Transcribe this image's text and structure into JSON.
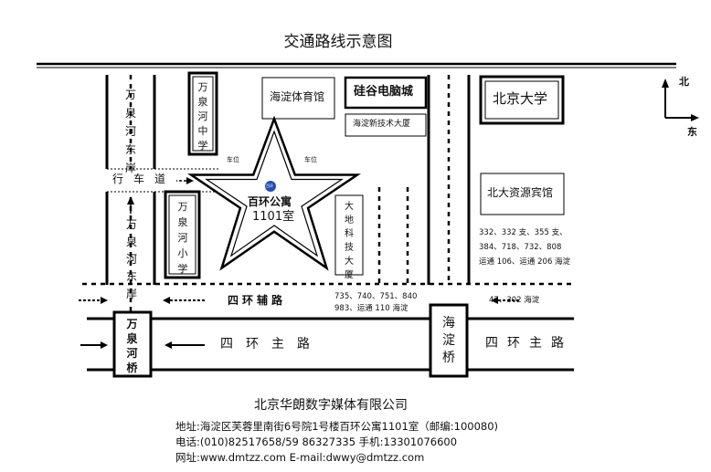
{
  "title": "交通路线示意图",
  "compass": {
    "north": "北",
    "east": "东"
  },
  "roads": {
    "wanquan_east_bank_top": "万泉河东岸",
    "wanquan_east_bank_bottom": "万泉河东岸",
    "driveway": "行车道",
    "fourth_ring_aux": "四环辅路",
    "fourth_ring_main_left": "四环主路",
    "fourth_ring_main_right": "四环主路"
  },
  "bridges": {
    "wanquan": "万泉河桥",
    "haidian": "海淀桥"
  },
  "buildings": {
    "wanquan_middle_school": "万泉河中学",
    "wanquan_primary_school": "万泉河小学",
    "haidian_stadium": "海淀体育馆",
    "silicon_valley_mall": "硅谷电脑城",
    "haidian_tech_building": "海淀新技术大厦",
    "peking_university": "北京大学",
    "pku_resource_hotel": "北大资源宾馆",
    "dadi_tech_building": "大地科技大厦"
  },
  "target": {
    "logo": "百环",
    "name": "百环公寓",
    "room": "1101室"
  },
  "parking": {
    "left": "车位",
    "right": "车位"
  },
  "bus_stops": {
    "pku_line1": "332、332 支、355 支、",
    "pku_line2": "384、718、732、808",
    "pku_line3": "运通 106、运通 206 海淀",
    "aux_line1": "735、740、751、840",
    "aux_line2": "983、运通 110  海淀",
    "right_line": "47、302  海淀"
  },
  "company": {
    "name": "北京华朗数字媒体有限公司",
    "address": "地址:海淀区芙蓉里南街6号院1号楼百环公寓1101室（邮编:100080)",
    "phone": "电话:(010)82517658/59  86327335    手机:13301076600",
    "web": "网址:www.dmtzz.com  E-mail:dwwy@dmtzz.com"
  }
}
